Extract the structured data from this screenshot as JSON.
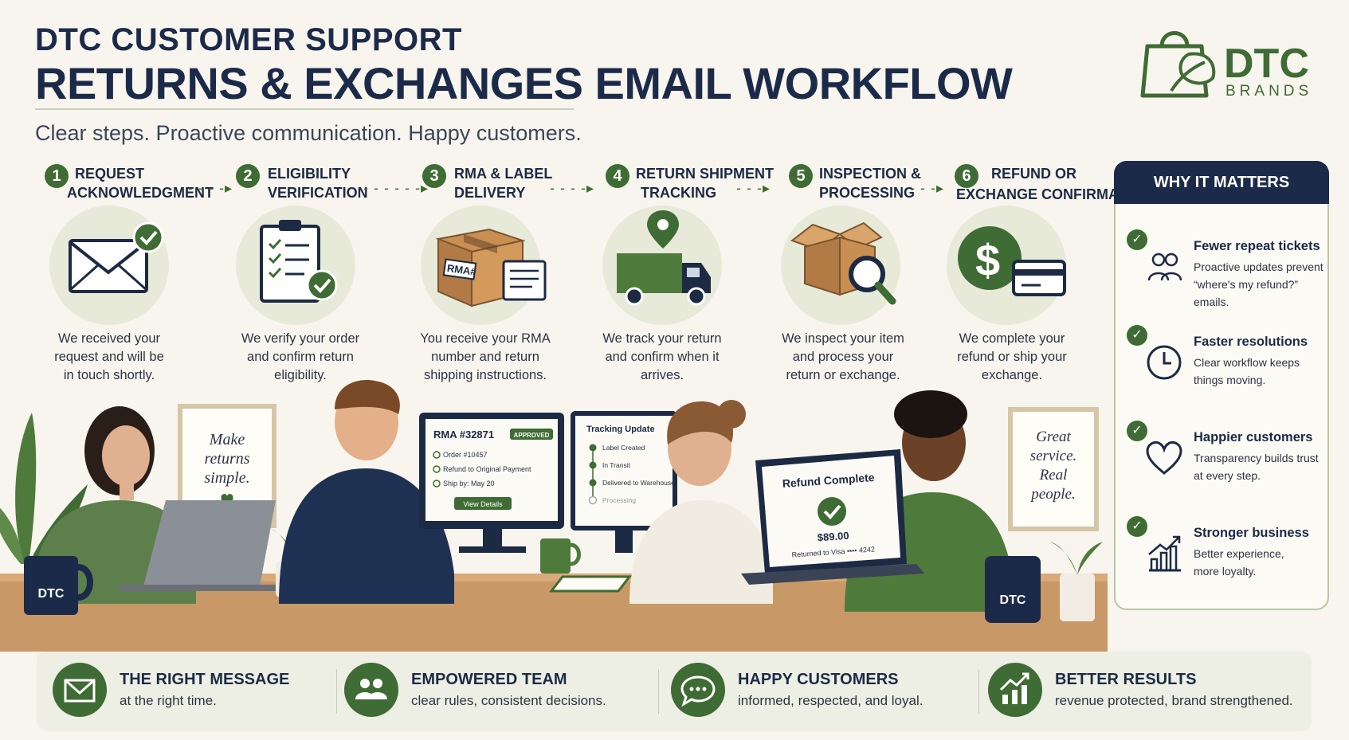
{
  "header": {
    "line1": "DTC CUSTOMER SUPPORT",
    "line2": "RETURNS & EXCHANGES EMAIL WORKFLOW",
    "tagline": "Clear steps. Proactive communication. Happy customers."
  },
  "logo": {
    "name": "DTC",
    "sub": "BRANDS",
    "icon": "shopping-bag-leaf-icon"
  },
  "steps": [
    {
      "num": "1",
      "title1": "REQUEST",
      "title2": "ACKNOWLEDGMENT",
      "icon": "envelope-check-icon",
      "desc1": "We received your",
      "desc2": "request and will be",
      "desc3": "in touch shortly."
    },
    {
      "num": "2",
      "title1": "ELIGIBILITY",
      "title2": "VERIFICATION",
      "icon": "clipboard-check-icon",
      "desc1": "We verify your order",
      "desc2": "and confirm return",
      "desc3": "eligibility."
    },
    {
      "num": "3",
      "title1": "RMA & LABEL",
      "title2": "DELIVERY",
      "icon": "box-label-icon",
      "box_label": "RMA#",
      "desc1": "You receive your RMA",
      "desc2": "number and return",
      "desc3": "shipping instructions."
    },
    {
      "num": "4",
      "title1": "RETURN SHIPMENT",
      "title2": "TRACKING",
      "icon": "truck-pin-icon",
      "desc1": "We track your return",
      "desc2": "and confirm when it",
      "desc3": "arrives."
    },
    {
      "num": "5",
      "title1": "INSPECTION &",
      "title2": "PROCESSING",
      "icon": "box-magnifier-icon",
      "desc1": "We inspect your item",
      "desc2": "and process your",
      "desc3": "return or exchange."
    },
    {
      "num": "6",
      "title1": "REFUND OR",
      "title2": "EXCHANGE CONFIRMATION",
      "icon": "dollar-card-icon",
      "desc1": "We complete your",
      "desc2": "refund or ship your",
      "desc3": "exchange."
    }
  ],
  "why": {
    "title": "WHY IT MATTERS",
    "items": [
      {
        "title": "Fewer repeat tickets",
        "desc1": "Proactive updates prevent",
        "desc2": "“where's my refund?” emails.",
        "icon": "people-icon"
      },
      {
        "title": "Faster resolutions",
        "desc1": "Clear workflow keeps",
        "desc2": "things moving.",
        "icon": "clock-icon"
      },
      {
        "title": "Happier customers",
        "desc1": "Transparency builds trust",
        "desc2": "at every step.",
        "icon": "heart-icon"
      },
      {
        "title": "Stronger business",
        "desc1": "Better experience,",
        "desc2": "more loyalty.",
        "icon": "growth-chart-icon"
      }
    ]
  },
  "scene": {
    "poster_left": [
      "Make",
      "returns",
      "simple."
    ],
    "poster_right": [
      "Great",
      "service.",
      "Real",
      "people."
    ],
    "mug_label": "DTC",
    "screen_rma": {
      "title": "RMA #32871",
      "badge": "APPROVED",
      "line1": "Order #10457",
      "line2": "Refund to Original Payment",
      "line3": "Ship by: May 20",
      "button": "View Details"
    },
    "screen_tracking": {
      "title": "Tracking Update",
      "steps": [
        "Label Created",
        "In Transit",
        "Delivered to Warehouse",
        "Processing"
      ]
    },
    "screen_refund": {
      "title": "Refund Complete",
      "amount": "$89.00",
      "note": "Returned to Visa •••• 4242"
    }
  },
  "bottom": [
    {
      "title": "THE RIGHT MESSAGE",
      "desc": "at the right time.",
      "icon": "envelope-icon"
    },
    {
      "title": "EMPOWERED TEAM",
      "desc": "clear rules, consistent decisions.",
      "icon": "team-icon"
    },
    {
      "title": "HAPPY CUSTOMERS",
      "desc": "informed, respected, and loyal.",
      "icon": "chat-bubble-icon"
    },
    {
      "title": "BETTER RESULTS",
      "desc": "revenue protected, brand strengthened.",
      "icon": "bar-chart-up-icon"
    }
  ],
  "colors": {
    "green": "#3f6b34",
    "navy": "#1c2a4a",
    "light_green": "#e8ead9",
    "background": "#f8f5ef"
  }
}
